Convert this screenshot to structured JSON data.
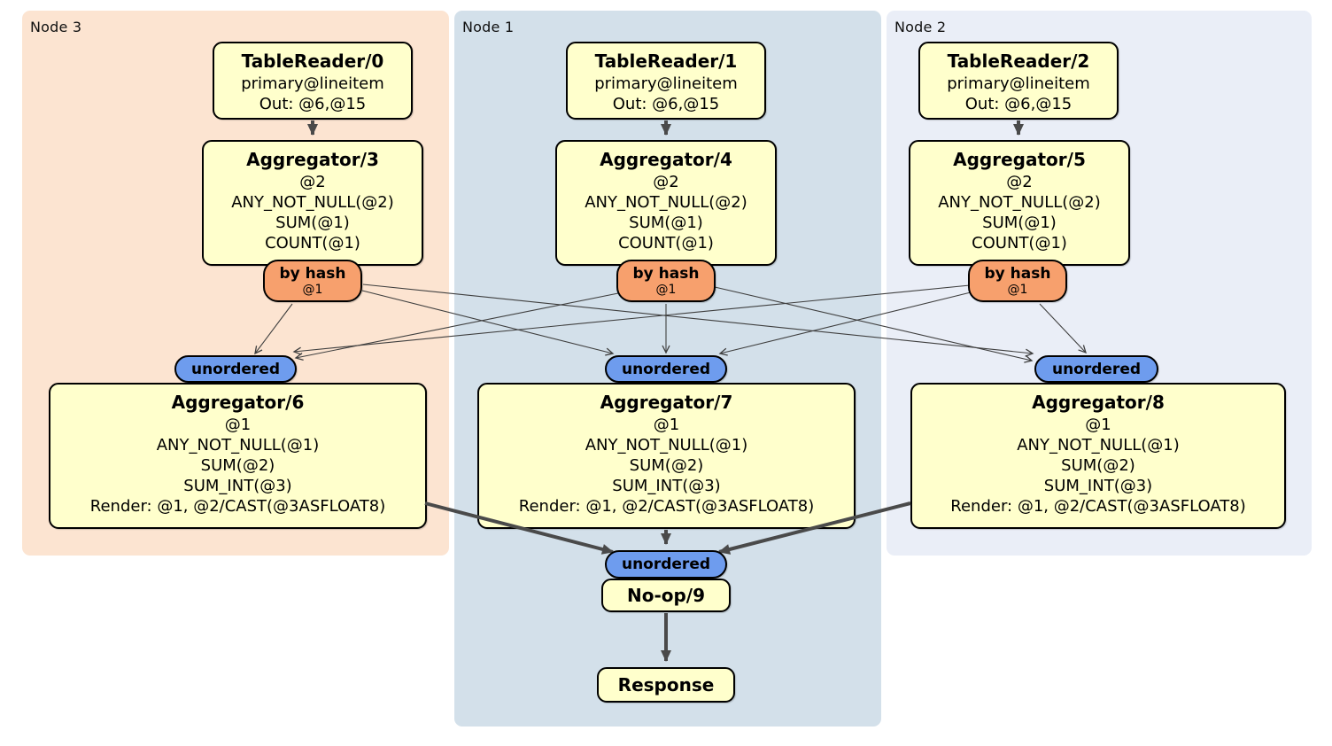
{
  "regions": {
    "node3": {
      "label": "Node 3",
      "bg": "#fce4d1"
    },
    "node1": {
      "label": "Node 1",
      "bg": "#d3e0ea"
    },
    "node2": {
      "label": "Node 2",
      "bg": "#eaeef7"
    }
  },
  "operators": {
    "tr0": {
      "title": "TableReader/0",
      "lines": [
        "primary@lineitem",
        "Out: @6,@15"
      ]
    },
    "tr1": {
      "title": "TableReader/1",
      "lines": [
        "primary@lineitem",
        "Out: @6,@15"
      ]
    },
    "tr2": {
      "title": "TableReader/2",
      "lines": [
        "primary@lineitem",
        "Out: @6,@15"
      ]
    },
    "agg3": {
      "title": "Aggregator/3",
      "lines": [
        "@2",
        "ANY_NOT_NULL(@2)",
        "SUM(@1)",
        "COUNT(@1)"
      ]
    },
    "agg4": {
      "title": "Aggregator/4",
      "lines": [
        "@2",
        "ANY_NOT_NULL(@2)",
        "SUM(@1)",
        "COUNT(@1)"
      ]
    },
    "agg5": {
      "title": "Aggregator/5",
      "lines": [
        "@2",
        "ANY_NOT_NULL(@2)",
        "SUM(@1)",
        "COUNT(@1)"
      ]
    },
    "agg6": {
      "title": "Aggregator/6",
      "lines": [
        "@1",
        "ANY_NOT_NULL(@1)",
        "SUM(@2)",
        "SUM_INT(@3)",
        "Render: @1, @2/CAST(@3ASFLOAT8)"
      ]
    },
    "agg7": {
      "title": "Aggregator/7",
      "lines": [
        "@1",
        "ANY_NOT_NULL(@1)",
        "SUM(@2)",
        "SUM_INT(@3)",
        "Render: @1, @2/CAST(@3ASFLOAT8)"
      ]
    },
    "agg8": {
      "title": "Aggregator/8",
      "lines": [
        "@1",
        "ANY_NOT_NULL(@1)",
        "SUM(@2)",
        "SUM_INT(@3)",
        "Render: @1, @2/CAST(@3ASFLOAT8)"
      ]
    },
    "noop9": {
      "title": "No-op/9"
    },
    "response": {
      "title": "Response"
    }
  },
  "routers": {
    "by_hash": {
      "label": "by hash",
      "detail": "@1"
    },
    "unordered": {
      "label": "unordered"
    }
  },
  "colors": {
    "node3_bg": "#fce4d1",
    "node1_bg": "#d3e0ea",
    "node2_bg": "#eaeef7",
    "operator_box_bg": "#ffffcc",
    "hash_router_bg": "#f7a06d",
    "unordered_sync_bg": "#6e9cee",
    "box_border": "#000000",
    "thick_edge": "#4a4a4a",
    "thin_edge": "#3f3f3f"
  }
}
